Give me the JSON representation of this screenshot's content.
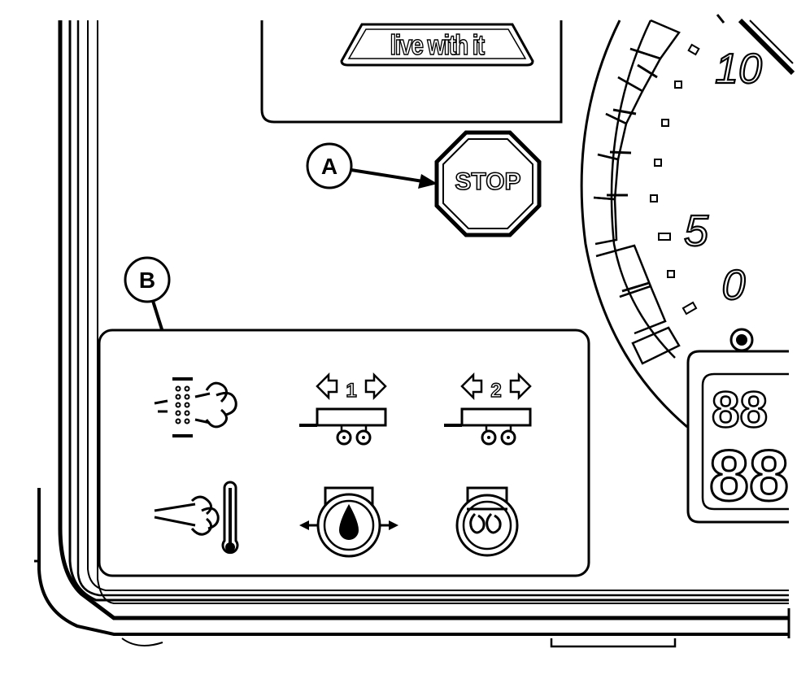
{
  "brand": {
    "slogan": "live with it"
  },
  "callouts": [
    {
      "letter": "A",
      "target": "stop-lamp"
    },
    {
      "letter": "B",
      "target": "engine-air-filter-indicator"
    }
  ],
  "stop_lamp": {
    "label": "STOP"
  },
  "gauge": {
    "scale_labels": [
      "10",
      "5",
      "0"
    ]
  },
  "indicators": {
    "trailer_1": {
      "number": "1"
    },
    "trailer_2": {
      "number": "2"
    }
  },
  "lcd": {
    "segments": [
      "88",
      "88"
    ]
  },
  "colors": {
    "line": "#000000",
    "background": "#ffffff"
  }
}
